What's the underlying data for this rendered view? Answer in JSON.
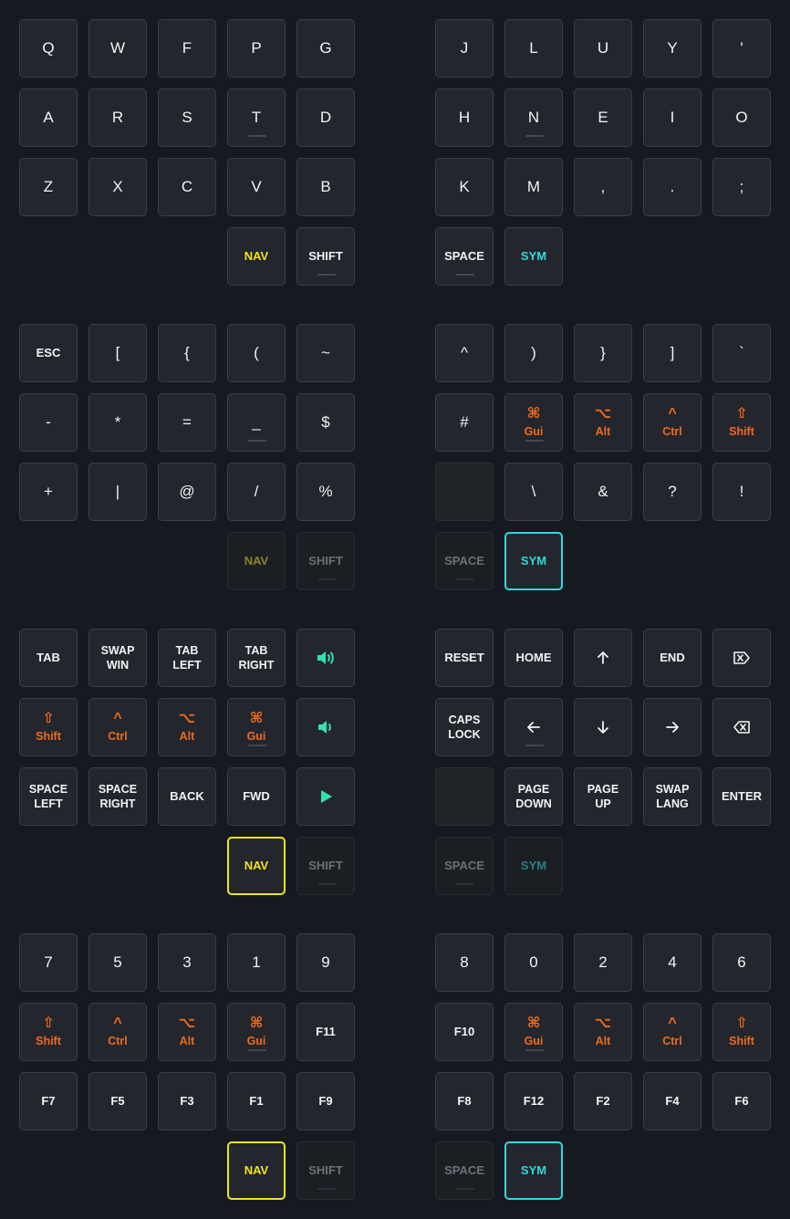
{
  "colors": {
    "background": "#161a20",
    "key": "#23262c",
    "modifier": "#f26a1b",
    "nav": "#f1e21f",
    "sym": "#31d8de",
    "media": "#30e3b0"
  },
  "layers": [
    {
      "id": "base",
      "left": [
        [
          "Q",
          "W",
          "F",
          "P",
          "G"
        ],
        [
          "A",
          "R",
          "S",
          "T",
          "D"
        ],
        [
          "Z",
          "X",
          "C",
          "V",
          "B"
        ]
      ],
      "right": [
        [
          "J",
          "L",
          "U",
          "Y",
          "'"
        ],
        [
          "H",
          "N",
          "E",
          "I",
          "O"
        ],
        [
          "K",
          "M",
          ",",
          ".",
          ";"
        ]
      ],
      "thumbs": [
        "NAV",
        "SHIFT",
        "SPACE",
        "SYM"
      ]
    },
    {
      "id": "symbols",
      "left": [
        [
          "ESC",
          "[",
          "{",
          "(",
          "~"
        ],
        [
          "-",
          "*",
          "=",
          "_",
          "$"
        ],
        [
          "+",
          "|",
          "@",
          "/",
          "%"
        ]
      ],
      "right": [
        [
          "^",
          ")",
          "}",
          "]",
          "`"
        ],
        [
          "#",
          "Gui",
          "Alt",
          "Ctrl",
          "Shift"
        ],
        [
          "",
          "\\",
          "&",
          "?",
          "!"
        ]
      ],
      "thumbs": [
        "NAV",
        "SHIFT",
        "SPACE",
        "SYM"
      ]
    },
    {
      "id": "navigation",
      "left": [
        [
          "TAB",
          "SWAP\nWIN",
          "TAB\nLEFT",
          "TAB\nRIGHT",
          "volume-up-icon"
        ],
        [
          "Shift",
          "Ctrl",
          "Alt",
          "Gui",
          "volume-down-icon"
        ],
        [
          "SPACE\nLEFT",
          "SPACE\nRIGHT",
          "BACK",
          "FWD",
          "play-icon"
        ]
      ],
      "right": [
        [
          "RESET",
          "HOME",
          "arrow-up-icon",
          "END",
          "delete-forward-icon"
        ],
        [
          "CAPS\nLOCK",
          "arrow-left-icon",
          "arrow-down-icon",
          "arrow-right-icon",
          "backspace-icon"
        ],
        [
          "",
          "PAGE\nDOWN",
          "PAGE\nUP",
          "SWAP\nLANG",
          "ENTER"
        ]
      ],
      "thumbs": [
        "NAV",
        "SHIFT",
        "SPACE",
        "SYM"
      ]
    },
    {
      "id": "numbers",
      "left": [
        [
          "7",
          "5",
          "3",
          "1",
          "9"
        ],
        [
          "Shift",
          "Ctrl",
          "Alt",
          "Gui",
          "F11"
        ],
        [
          "F7",
          "F5",
          "F3",
          "F1",
          "F9"
        ]
      ],
      "right": [
        [
          "8",
          "0",
          "2",
          "4",
          "6"
        ],
        [
          "F10",
          "Gui",
          "Alt",
          "Ctrl",
          "Shift"
        ],
        [
          "F8",
          "F12",
          "F2",
          "F4",
          "F6"
        ]
      ],
      "thumbs": [
        "NAV",
        "SHIFT",
        "SPACE",
        "SYM"
      ]
    }
  ],
  "modifier_symbols": {
    "Shift": "⇧",
    "Ctrl": "^",
    "Alt": "⌥",
    "Gui": "⌘"
  }
}
